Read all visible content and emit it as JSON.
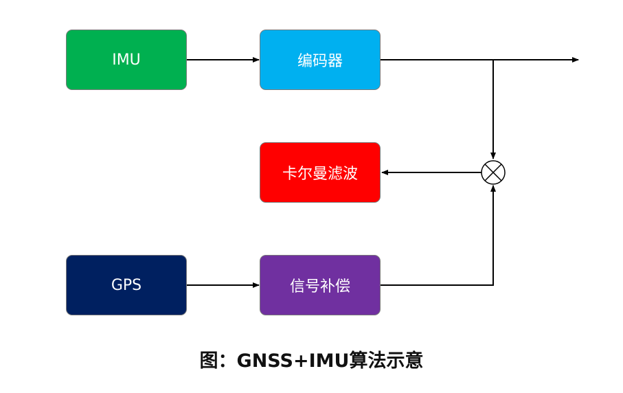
{
  "diagram": {
    "nodes": [
      {
        "id": "imu",
        "label": "IMU",
        "color": "#00b050"
      },
      {
        "id": "encoder",
        "label": "编码器",
        "color": "#00b0f0"
      },
      {
        "id": "kalman",
        "label": "卡尔曼滤波",
        "color": "#ff0000"
      },
      {
        "id": "gps",
        "label": "GPS",
        "color": "#002060"
      },
      {
        "id": "compensation",
        "label": "信号补偿",
        "color": "#7030a0"
      }
    ],
    "edges": [
      {
        "from": "imu",
        "to": "encoder"
      },
      {
        "from": "encoder",
        "to": "output"
      },
      {
        "from": "encoder",
        "to": "multiplier"
      },
      {
        "from": "gps",
        "to": "compensation"
      },
      {
        "from": "compensation",
        "to": "multiplier"
      },
      {
        "from": "multiplier",
        "to": "kalman"
      }
    ],
    "caption": "图：GNSS+IMU算法示意"
  }
}
